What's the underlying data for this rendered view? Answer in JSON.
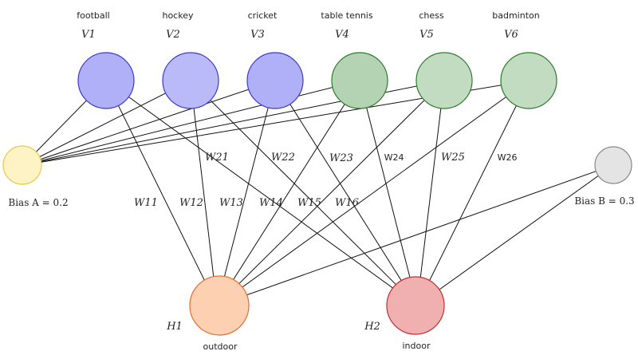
{
  "visible": [
    {
      "id": "V1",
      "label": "football",
      "symbol": "V1",
      "color": "#b0b0f8",
      "stroke": "#3a3ad0"
    },
    {
      "id": "V2",
      "label": "hockey",
      "symbol": "V2",
      "color": "#babaf8",
      "stroke": "#3a3ad0"
    },
    {
      "id": "V3",
      "label": "cricket",
      "symbol": "V3",
      "color": "#b0b0f8",
      "stroke": "#3a3ad0"
    },
    {
      "id": "V4",
      "label": "table tennis",
      "symbol": "V4",
      "color": "#b3d3b3",
      "stroke": "#2d7a2d"
    },
    {
      "id": "V5",
      "label": "chess",
      "symbol": "V5",
      "color": "#c1dcc1",
      "stroke": "#2d7a2d"
    },
    {
      "id": "V6",
      "label": "badminton",
      "symbol": "V6",
      "color": "#c1dcc1",
      "stroke": "#2d7a2d"
    }
  ],
  "hidden": [
    {
      "id": "H1",
      "label": "outdoor",
      "symbol": "H1",
      "color": "#fcd0b0",
      "stroke": "#e07030"
    },
    {
      "id": "H2",
      "label": "indoor",
      "symbol": "H2",
      "color": "#f0b0b0",
      "stroke": "#c03030"
    }
  ],
  "bias": [
    {
      "id": "A",
      "label": "Bias A  = 0.2",
      "color": "#fdf3c4",
      "stroke": "#e8c850"
    },
    {
      "id": "B",
      "label": "Bias B = 0.3",
      "color": "#e4e4e4",
      "stroke": "#888888"
    }
  ],
  "weights": [
    {
      "id": "w11",
      "text": "W11",
      "style": "serif"
    },
    {
      "id": "w12",
      "text": "W12",
      "style": "serif"
    },
    {
      "id": "w13",
      "text": "W13",
      "style": "serif"
    },
    {
      "id": "w14",
      "text": "W14",
      "style": "serif"
    },
    {
      "id": "w15",
      "text": "W15",
      "style": "serif"
    },
    {
      "id": "w16",
      "text": "W16",
      "style": "serif"
    },
    {
      "id": "w21",
      "text": "W21",
      "style": "serif"
    },
    {
      "id": "w22",
      "text": "W22",
      "style": "serif"
    },
    {
      "id": "w23",
      "text": "W23",
      "style": "serif"
    },
    {
      "id": "w24",
      "text": "W24",
      "style": "sans"
    },
    {
      "id": "w25",
      "text": "W25",
      "style": "serif"
    },
    {
      "id": "w26",
      "text": "W26",
      "style": "sans"
    }
  ],
  "connections": [
    [
      "V1",
      "H1"
    ],
    [
      "V1",
      "H2"
    ],
    [
      "V2",
      "H1"
    ],
    [
      "V2",
      "H2"
    ],
    [
      "V3",
      "H1"
    ],
    [
      "V3",
      "H2"
    ],
    [
      "V4",
      "H1"
    ],
    [
      "V4",
      "H2"
    ],
    [
      "V5",
      "H1"
    ],
    [
      "V5",
      "H2"
    ],
    [
      "V6",
      "H1"
    ],
    [
      "V6",
      "H2"
    ],
    [
      "A",
      "V1"
    ],
    [
      "A",
      "V2"
    ],
    [
      "A",
      "V3"
    ],
    [
      "A",
      "V4"
    ],
    [
      "A",
      "V5"
    ],
    [
      "A",
      "V6"
    ],
    [
      "B",
      "H1"
    ],
    [
      "B",
      "H2"
    ]
  ]
}
